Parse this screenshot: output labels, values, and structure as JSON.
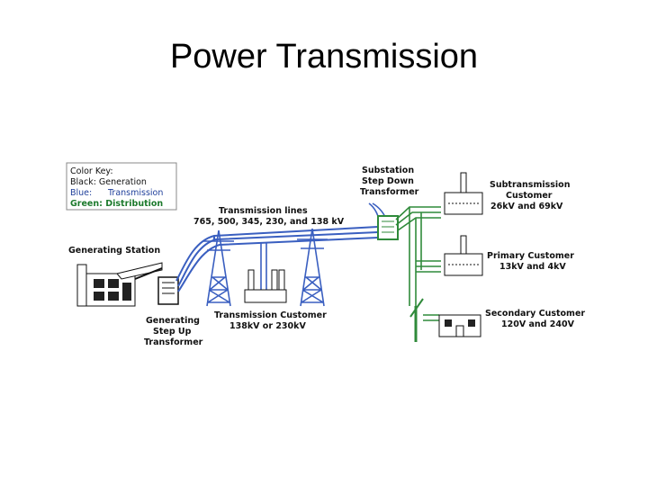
{
  "title": "Power Transmission",
  "colors": {
    "generation": "#111111",
    "transmission": "#3a5fc0",
    "distribution": "#2f8a3a"
  },
  "color_key": {
    "heading": "Color Key:",
    "black": "Black: Generation",
    "blue_prefix": "Blue:",
    "blue_value": "Transmission",
    "green": "Green: Distribution"
  },
  "labels": {
    "generating_station": "Generating Station",
    "gen_stepup_1": "Generating",
    "gen_stepup_2": "Step Up",
    "gen_stepup_3": "Transformer",
    "tlines_1": "Transmission lines",
    "tlines_2": "765, 500, 345, 230, and 138 kV",
    "tcust_1": "Transmission Customer",
    "tcust_2": "138kV or 230kV",
    "sub_1": "Substation",
    "sub_2": "Step Down",
    "sub_3": "Transformer",
    "subt_1": "Subtransmission",
    "subt_2": "Customer",
    "subt_3": "26kV and 69kV",
    "prim_1": "Primary Customer",
    "prim_2": "13kV and 4kV",
    "sec_1": "Secondary Customer",
    "sec_2": "120V and 240V"
  }
}
